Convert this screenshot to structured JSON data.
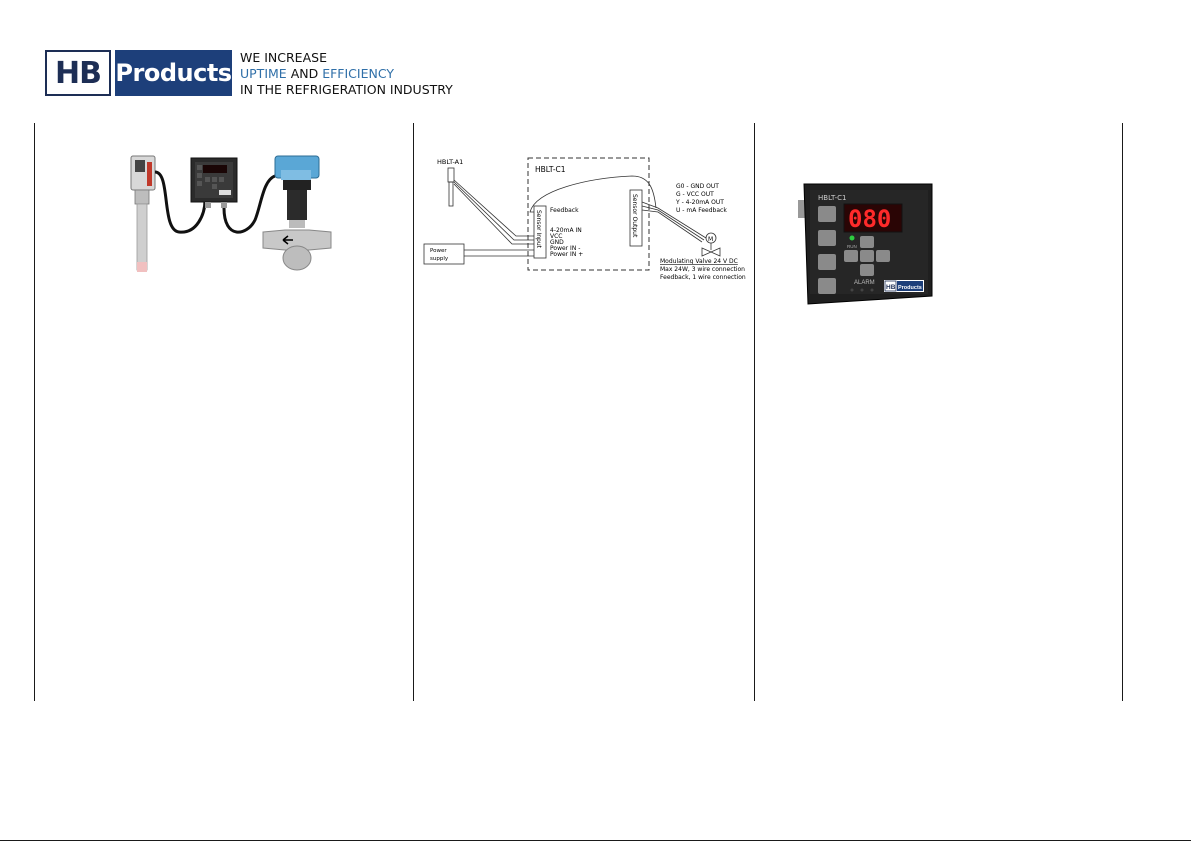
{
  "header": {
    "logo_hb": "HB",
    "logo_products": "Products",
    "tagline_line1": "WE INCREASE",
    "tagline_line2_a": "UPTIME",
    "tagline_line2_b": "AND",
    "tagline_line2_c": "EFFICIENCY",
    "tagline_line3": "IN THE REFRIGERATION INDUSTRY",
    "brand_color": "#1d3f7a",
    "accent_color": "#2f6fa8"
  },
  "diagram": {
    "sensor_label": "HBLT-A1",
    "controller_label": "HBLT-C1",
    "power_supply": "Power\nsupply",
    "sensor_input": "Sensor Input",
    "sensor_output": "Sensor Output",
    "feedback": "Feedback",
    "input_terms": [
      "4-20mA IN",
      "VCC",
      "GND",
      "Power IN -",
      "Power IN +"
    ],
    "output_terms": [
      "G0 - GND OUT",
      "G  - VCC OUT",
      "Y  - 4-20mA OUT",
      "U - mA Feedback"
    ],
    "motor": "M",
    "valve_title": "Modulating Valve 24 V DC",
    "valve_note1": "Max 24W, 3 wire connection",
    "valve_note2": "Feedback, 1 wire connection"
  },
  "controller": {
    "model": "HBLT-C1",
    "display": "080",
    "run": "RUN",
    "alarm": "ALARM",
    "badge_hb": "HB",
    "badge_products": "Products"
  },
  "footer": {
    "link1": "",
    "link2": ""
  }
}
